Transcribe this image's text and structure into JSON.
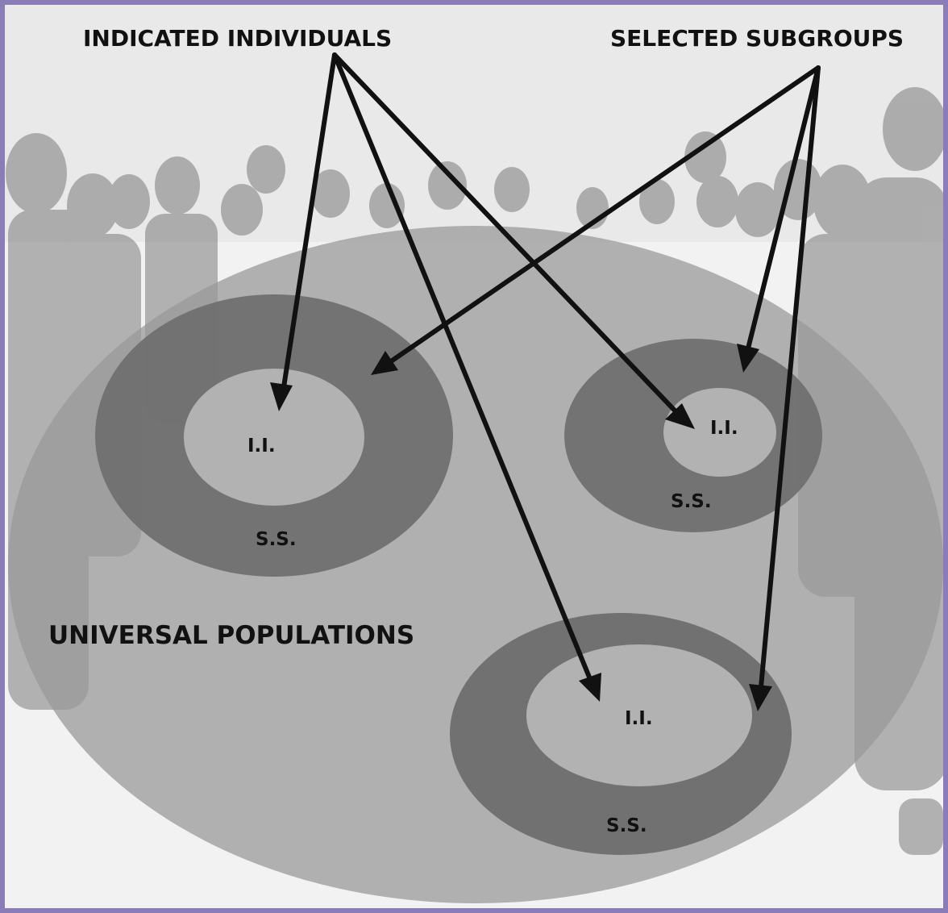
{
  "labels": {
    "indicated_individuals": "INDICATED INDIVIDUALS",
    "selected_subgroups": "SELECTED SUBGROUPS",
    "universal_populations": "UNIVERSAL POPULATIONS",
    "ii_left": "I.I.",
    "ss_left": "S.S.",
    "ii_right": "I.I.",
    "ss_right": "S.S.",
    "ii_bottom": "I.I.",
    "ss_bottom": "S.S."
  },
  "colors": {
    "frame_border": "#8a7db7",
    "universal_ellipse": "#9a9a9a",
    "subgroup_ring": "#6e6e6e",
    "individual_core": "#b2b2b2",
    "arrow": "#111111",
    "background_photo": "#ececec"
  }
}
